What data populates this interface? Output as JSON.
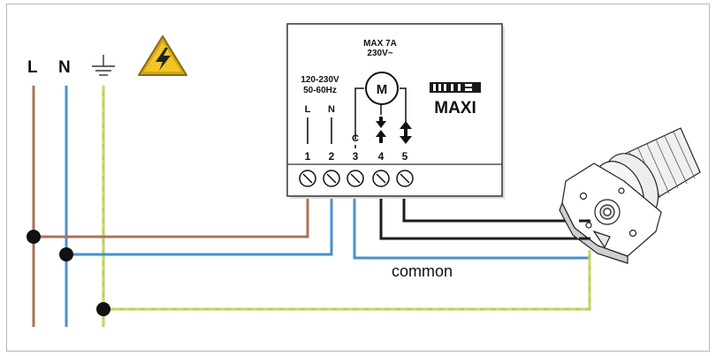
{
  "supply": {
    "line_label": "L",
    "neutral_label": "N",
    "ground_icon": "ground-symbol-icon",
    "warning_icon": "high-voltage-warning-icon"
  },
  "module": {
    "max_current": "MAX 7A",
    "motor_voltage": "230V~",
    "input_voltage": "120-230V",
    "input_freq": "50-60Hz",
    "motor_symbol": "M",
    "brand_logo": "MIIR",
    "model": "MAXI",
    "terminals": [
      {
        "number": "1",
        "label": "L",
        "mark": "line"
      },
      {
        "number": "2",
        "label": "N",
        "mark": "line"
      },
      {
        "number": "3",
        "label": "C",
        "mark": "line"
      },
      {
        "number": "4",
        "label": "",
        "mark": "arrows-down-up"
      },
      {
        "number": "5",
        "label": "",
        "mark": "arrows-up-down"
      }
    ]
  },
  "wires": {
    "common_label": "common"
  },
  "colors": {
    "brown": "#a9735a",
    "blue": "#4a8fd0",
    "ground_green": "#b7cf5c",
    "ground_yellow": "#e7e35a",
    "black": "#1c1c1c",
    "frame": "#b8b8b8"
  },
  "motor_icon": "tubular-motor-icon"
}
